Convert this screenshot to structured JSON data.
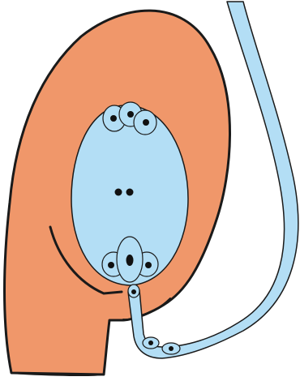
{
  "colors": {
    "integument": "#f0976a",
    "sac": "#b3def5",
    "outline": "#1a1a1a",
    "nucleus": "#111111",
    "background": "#ffffff"
  },
  "parts": [
    "ovule-integument",
    "micropyle-opening",
    "embryo-sac",
    "antipodal-cells",
    "polar-nuclei",
    "egg-apparatus",
    "pollen-tube",
    "sperm-cells"
  ]
}
